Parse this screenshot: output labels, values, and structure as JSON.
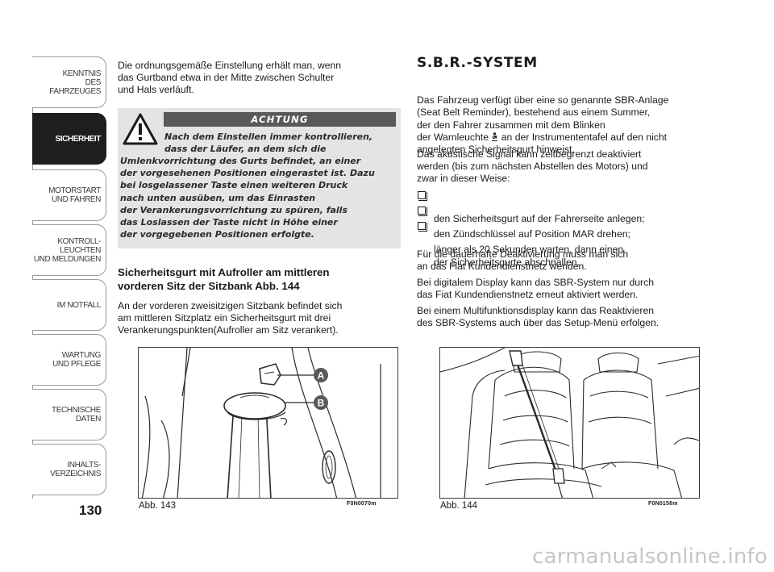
{
  "sidebar": {
    "tabs": [
      {
        "label": "KENNTNIS\nDES FAHRZEUGES",
        "active": false
      },
      {
        "label": "SICHERHEIT",
        "active": true
      },
      {
        "label": "MOTORSTART\nUND FAHREN",
        "active": false
      },
      {
        "label": "KONTROLL-\nLEUCHTEN\nUND MELDUNGEN",
        "active": false
      },
      {
        "label": "IM NOTFALL",
        "active": false
      },
      {
        "label": "WARTUNG\nUND PFLEGE",
        "active": false
      },
      {
        "label": "TECHNISCHE\nDATEN",
        "active": false
      },
      {
        "label": "INHALTS-\nVERZEICHNIS",
        "active": false
      }
    ]
  },
  "page_number": "130",
  "left": {
    "intro": "Die ordnungsgemäße Einstellung erhält man, wenn\ndas Gurtband etwa in der Mitte zwischen Schulter\nund Hals verläuft.",
    "warning": {
      "header": "ACHTUNG",
      "icon": "warning-triangle-icon",
      "text_top": "Nach dem Einstellen immer kontrollieren,\ndass der Läufer, an dem sich die",
      "text_body": "Umlenkvorrichtung des Gurts befindet, an einer\nder vorgesehenen Positionen eingerastet ist. Dazu\nbei losgelassener Taste einen weiteren Druck\nnach unten ausüben, um das Einrasten\nder Verankerungsvorrichtung zu spüren, falls\ndas Loslassen der Taste nicht in Höhe einer\nder vorgegebenen Positionen erfolgte."
    },
    "section_heading": "Sicherheitsgurt mit Aufroller am mittleren\nvorderen Sitz der Sitzbank Abb. 144",
    "section_body": "An der vorderen zweisitzigen Sitzbank befindet sich\nam mittleren Sitzplatz ein Sicherheitsgurt mit drei\nVerankerungspunkten(Aufroller am Sitz verankert).",
    "figure": {
      "caption": "Abb. 143",
      "code": "F0N0070m",
      "callouts": [
        "A",
        "B"
      ]
    }
  },
  "right": {
    "title": "S.B.R.-SYSTEM",
    "para1_a": "Das Fahrzeug verfügt über eine so genannte SBR-Anlage\n(Seat Belt Reminder), bestehend aus einem Summer,\nder den Fahrer zusammen mit dem Blinken\nder Warnleuchte ",
    "para1_icon": "seatbelt-warning-icon",
    "para1_b": " an der Instrumententafel auf den nicht\nangelegten Sicherheitsgurt hinweist.",
    "para2": "Das akustische Signal kann zeitbegrenzt deaktiviert\nwerden (bis zum nächsten Abstellen des Motors) und\nzwar in dieser Weise:",
    "bullets": [
      "den Sicherheitsgurt auf der Fahrerseite anlegen;",
      "den Zündschlüssel auf Position MAR drehen;",
      "länger als 20 Sekunden warten, dann einen\nder Sicherheitsgurte abschnallen."
    ],
    "para3": "Für die dauerhafte Deaktivierung muss man sich\nan das Fiat Kundendienstnetz wenden.",
    "para4": "Bei digitalem Display kann das SBR-System nur durch\ndas Fiat Kundendienstnetz erneut aktiviert werden.",
    "para5": "Bei einem Multifunktionsdisplay kann das Reaktivieren\ndes SBR-Systems auch über das Setup-Menü erfolgen.",
    "figure": {
      "caption": "Abb. 144",
      "code": "F0N0156m"
    }
  },
  "watermark": "carmanualsonline.info"
}
